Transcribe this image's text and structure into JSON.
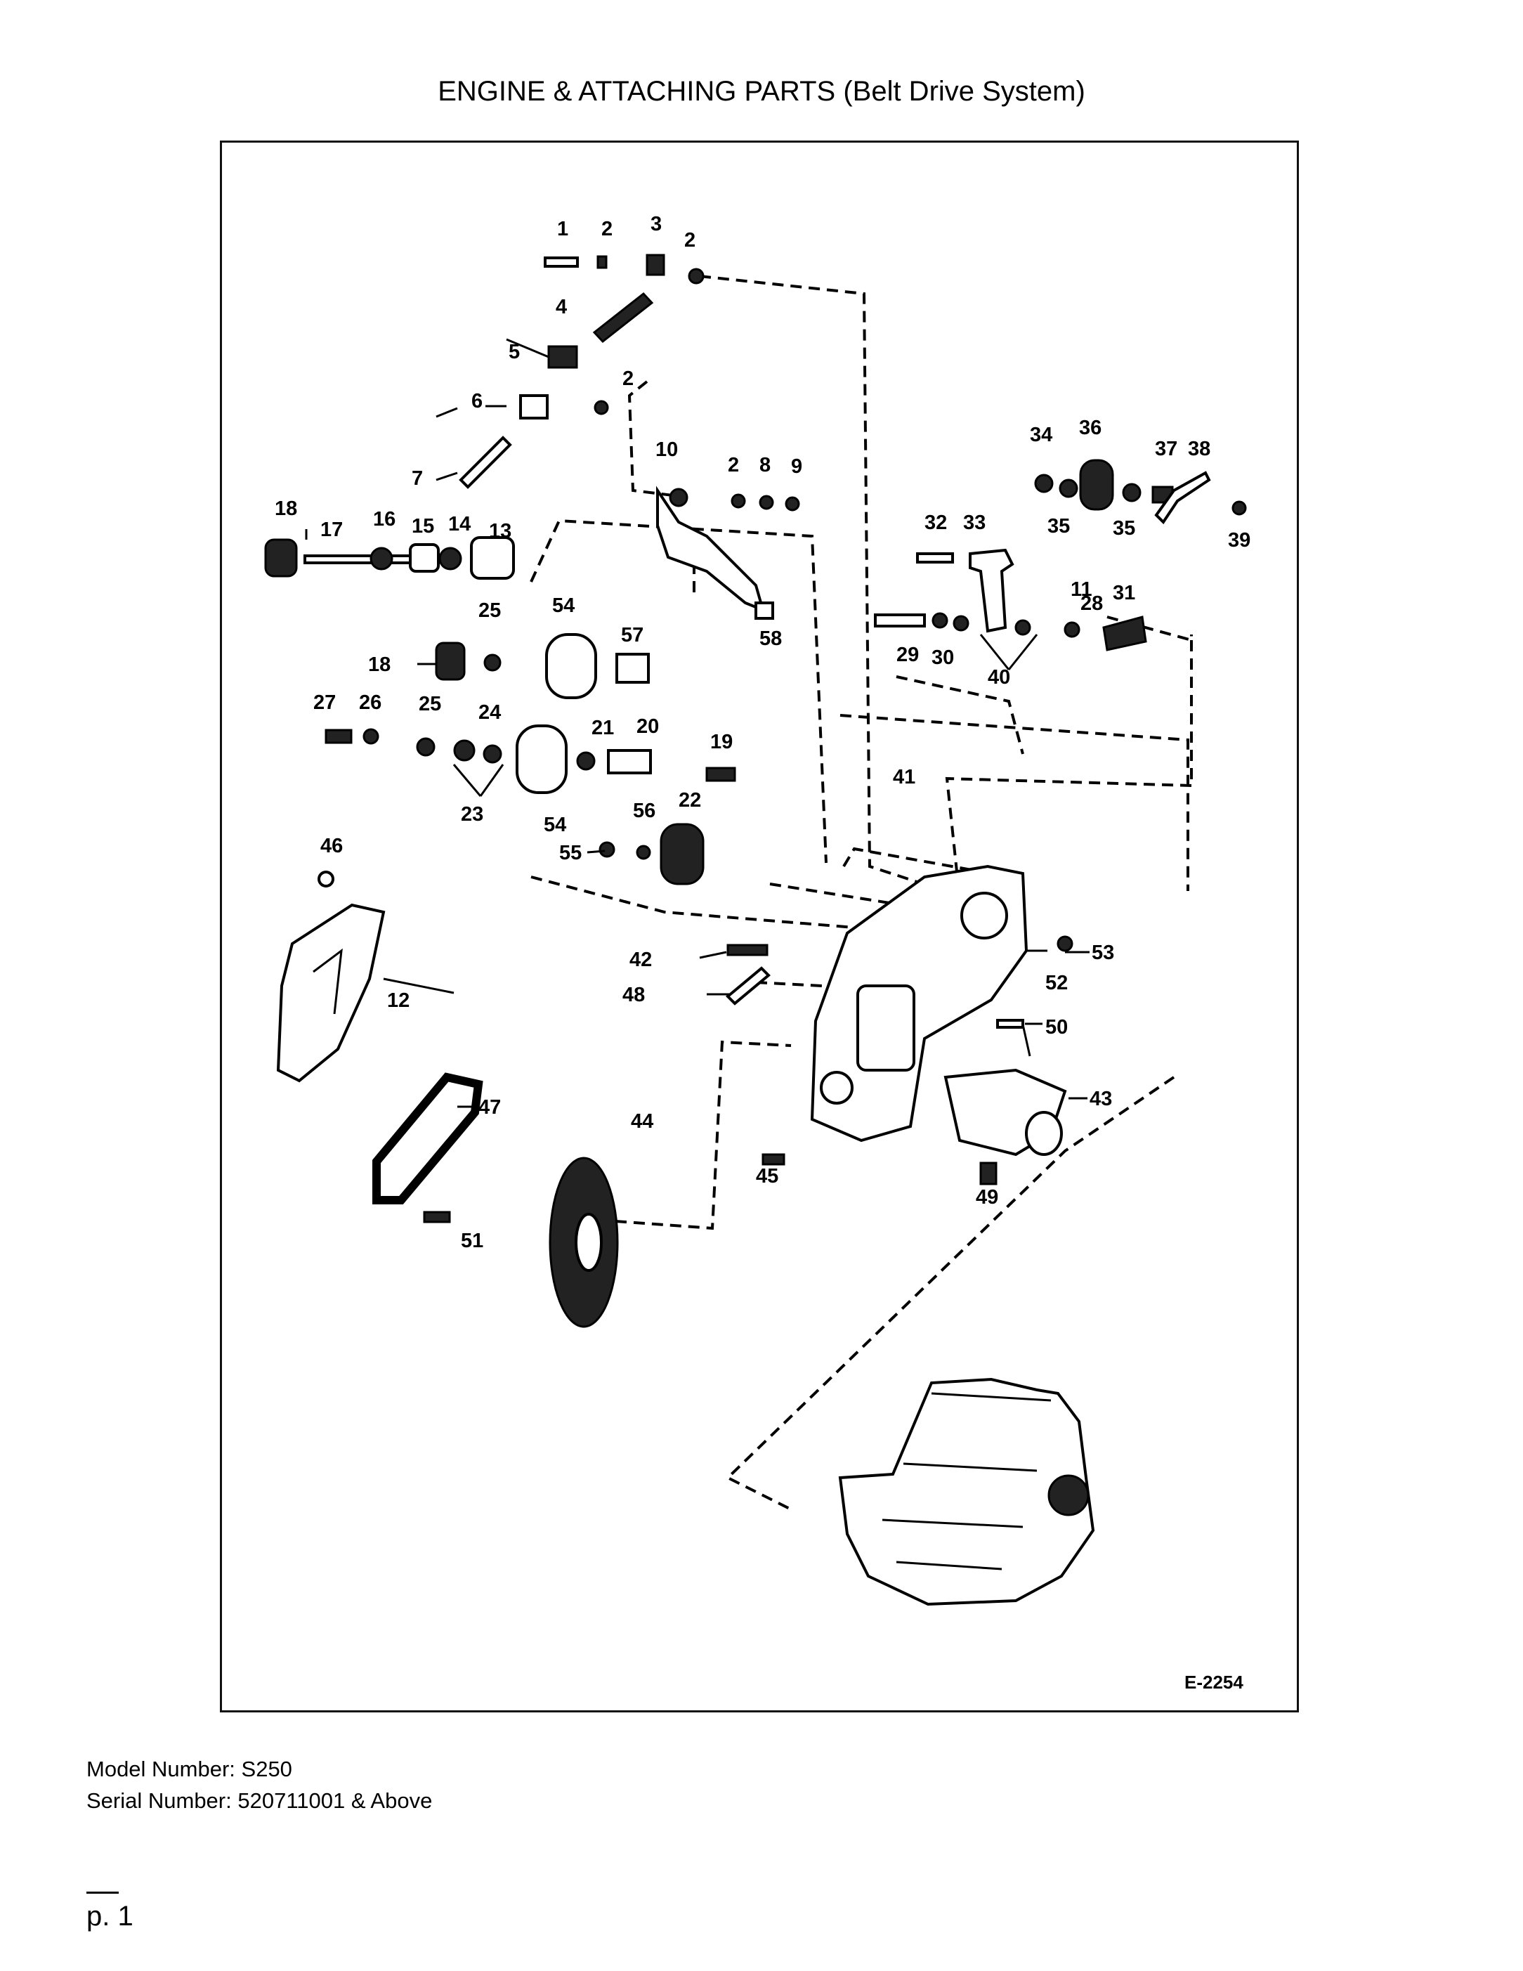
{
  "document": {
    "title": "ENGINE & ATTACHING PARTS (Belt Drive System)",
    "figure_code": "E-2254",
    "model_label": "Model Number: S250",
    "serial_label": "Serial Number: 520711001 & Above",
    "page_number": "p. 1"
  },
  "callouts": [
    "1",
    "2",
    "3",
    "2",
    "4",
    "5",
    "6",
    "2",
    "7",
    "10",
    "2",
    "8",
    "9",
    "18",
    "17",
    "16",
    "15",
    "14",
    "13",
    "25",
    "54",
    "57",
    "58",
    "18",
    "27",
    "26",
    "25",
    "24",
    "21",
    "20",
    "19",
    "23",
    "54",
    "56",
    "22",
    "55",
    "46",
    "34",
    "36",
    "37",
    "38",
    "35",
    "35",
    "39",
    "32",
    "33",
    "11",
    "31",
    "28",
    "29",
    "30",
    "40",
    "41",
    "53",
    "42",
    "52",
    "48",
    "12",
    "50",
    "47",
    "44",
    "43",
    "45",
    "49",
    "51"
  ]
}
